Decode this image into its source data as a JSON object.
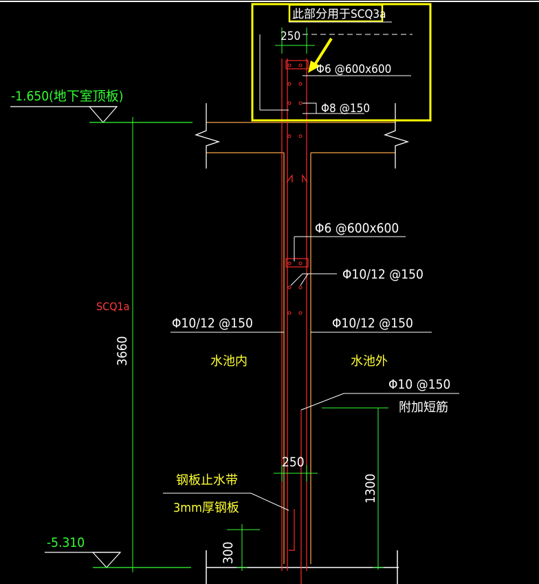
{
  "colors": {
    "background": "#000000",
    "rebar_red": "#ff2a2a",
    "dimension_green": "#33ff33",
    "text_white": "#ffffff",
    "text_yellow": "#ffff33",
    "wall_orange": "#d08a3a",
    "highlight_box": "#ffff00",
    "label_red": "#ff3b3b"
  },
  "annotations": {
    "highlight_note": "此部分用于SCQ3a",
    "top_width_dim": "250",
    "top_rebar_tie": "Φ6 @600x600",
    "top_rebar_spacing": "Φ8 @150",
    "level_top": "-1.650(地下室顶板)",
    "mid_rebar_tie": "Φ6 @600x600",
    "mid_rebar_main": "Φ10/12 @150",
    "left_rebar": "Φ10/12 @150",
    "right_rebar": "Φ10/12 @150",
    "label_inside": "水池内",
    "label_outside": "水池外",
    "extra_rebar_spec": "Φ10 @150",
    "extra_rebar_label": "附加短筋",
    "wall_label": "SCQ1a",
    "height_total": "3660",
    "bottom_width_dim": "250",
    "extra_height": "1300",
    "waterstop_label": "钢板止水带",
    "waterstop_spec": "3mm厚钢板",
    "level_bottom": "-5.310",
    "waterstop_height": "300"
  }
}
